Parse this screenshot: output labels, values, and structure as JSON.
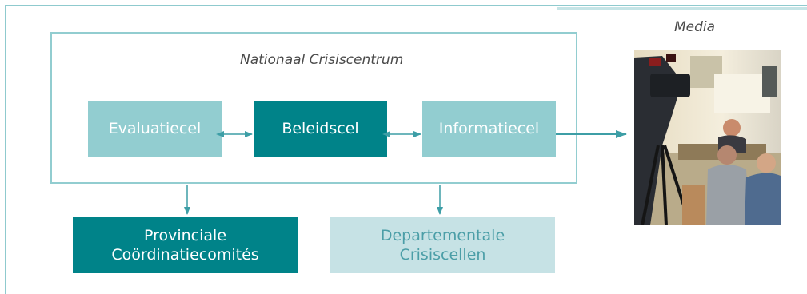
{
  "diagram": {
    "center_label": "Nationaal Crisiscentrum",
    "media_label": "Media",
    "cells": {
      "evaluatie": "Evaluatiecel",
      "beleid": "Beleidscel",
      "informatie": "Informatiecel"
    },
    "outputs": {
      "provinciaal_line1": "Provinciale",
      "provinciaal_line2": "Coördinatiecomités",
      "departementaal_line1": "Departementale",
      "departementaal_line2": "Crisiscellen"
    }
  },
  "colors": {
    "dark_teal": "#008389",
    "light_teal": "#92cdd0",
    "pale_teal": "#c6e2e5",
    "arrow": "#3d9ea6"
  },
  "photo": {
    "icon": "press-conference-photo"
  }
}
